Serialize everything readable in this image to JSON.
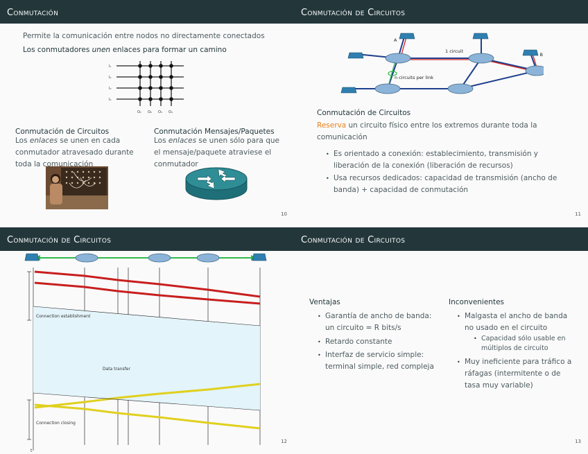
{
  "slides": [
    {
      "title": "Conmutación",
      "intro1": "Permite la comunicación entre nodos no directamente conectados",
      "intro2_a": "Los conmutadores ",
      "intro2_em": "unen",
      "intro2_b": " enlaces para formar un camino",
      "grid_row_labels": [
        "I₁",
        "I₂",
        "I₃",
        "I₄"
      ],
      "grid_col_labels": [
        "O₁",
        "O₂",
        "O₃",
        "O₄"
      ],
      "left_heading": "Conmutación de Circuitos",
      "left_text_a": "Los ",
      "left_text_em": "enlaces",
      "left_text_b": " se unen en cada conmutador atravesado durante toda la comunicación",
      "right_heading": "Conmutación Mensajes/Paquetes",
      "right_text_a": "Los ",
      "right_text_em": "enlaces",
      "right_text_b": " se unen sólo para que el mensaje/paquete atraviese el conmutador",
      "page": "10"
    },
    {
      "title": "Conmutación de Circuitos",
      "label_a": "A",
      "label_b": "B",
      "label_1circuit": "1 circuit",
      "label_ncircuits": "n circuits per link",
      "heading": "Conmutación de Circuitos",
      "reserve_word": "Reserva",
      "reserve_rest": " un circuito físico entre los extremos durante toda la comunicación",
      "bullets": [
        "Es orientado a conexión: establecimiento, transmisión y liberación de la conexión (liberación de recursos)",
        "Usa recursos dedicados: capacidad de transmisión (ancho de banda) + capacidad de conmutación"
      ],
      "page": "11"
    },
    {
      "title": "Conmutación de Circuitos",
      "label_establish": "Connection establishment",
      "label_transfer": "Data transfer",
      "label_closing": "Connection closing",
      "axis_t": "t",
      "page": "12"
    },
    {
      "title": "Conmutación de Circuitos",
      "ventajas_heading": "Ventajas",
      "ventajas": [
        "Garantía de ancho de banda: un circuito = R bits/s",
        "Retardo constante",
        "Interfaz de servicio simple: terminal simple, red compleja"
      ],
      "inconv_heading": "Inconvenientes",
      "inconv_1": "Malgasta el ancho de banda no usado en el circuito",
      "inconv_sub": "Capacidad sólo usable en múltiplos de circuito",
      "inconv_2": "Muy ineficiente para tráfico a ráfagas (intermitente o de tasa muy variable)",
      "page": "13"
    }
  ]
}
